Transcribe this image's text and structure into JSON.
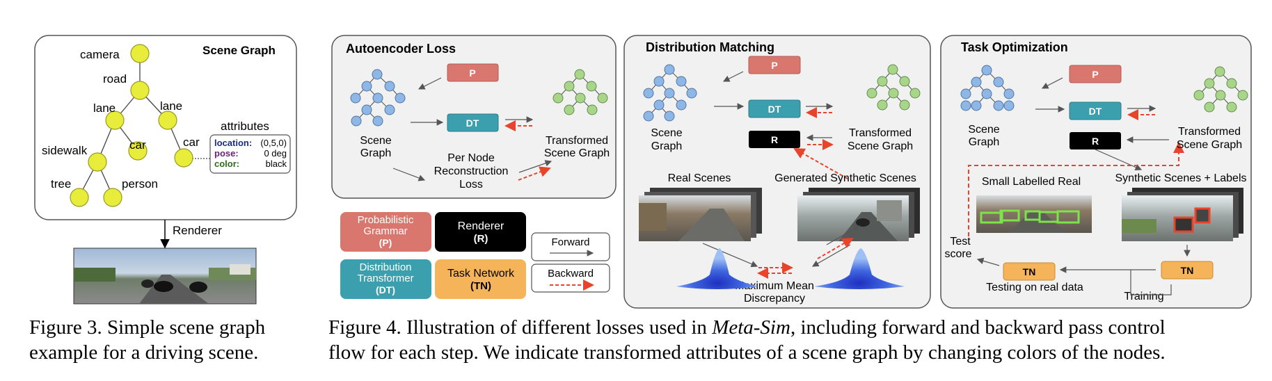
{
  "fig3": {
    "panel_title": "Scene Graph",
    "nodes": {
      "camera": "camera",
      "road": "road",
      "lane_left": "lane",
      "lane_right": "lane",
      "sidewalk": "sidewalk",
      "car_mid": "car",
      "car_right": "car",
      "tree": "tree",
      "person": "person"
    },
    "attributes_title": "attributes",
    "attr_keys": [
      "location:",
      "pose:",
      "color:"
    ],
    "attr_values": [
      "(0,5,0)",
      "0 deg",
      "black"
    ],
    "renderer_label": "Renderer",
    "caption_lines": [
      "Figure 3. Simple scene graph",
      "example for a driving scene."
    ]
  },
  "fig4": {
    "autoencoder": {
      "title": "Autoencoder Loss",
      "p": "P",
      "dt": "DT",
      "scene_graph": [
        "Scene",
        "Graph"
      ],
      "transformed": [
        "Transformed",
        "Scene Graph"
      ],
      "recon": [
        "Per Node",
        "Reconstruction",
        "Loss"
      ]
    },
    "legend": {
      "pg": [
        "Probabilistic",
        "Grammar",
        "(P)"
      ],
      "r": [
        "Renderer",
        "(R)"
      ],
      "dt": [
        "Distribution",
        "Transformer",
        "(DT)"
      ],
      "tn": [
        "Task Network",
        "(TN)"
      ],
      "forward": "Forward",
      "backward": "Backward"
    },
    "distribution": {
      "title": "Distribution Matching",
      "p": "P",
      "dt": "DT",
      "r": "R",
      "scene_graph": [
        "Scene",
        "Graph"
      ],
      "transformed": [
        "Transformed",
        "Scene Graph"
      ],
      "real_scenes": "Real Scenes",
      "generated": "Generated Synthetic Scenes",
      "mmd": [
        "Maximum Mean",
        "Discrepancy"
      ]
    },
    "task": {
      "title": "Task Optimization",
      "p": "P",
      "dt": "DT",
      "r": "R",
      "scene_graph": [
        "Scene",
        "Graph"
      ],
      "transformed": [
        "Transformed",
        "Scene Graph"
      ],
      "small_real": "Small Labelled Real",
      "synthetic_labels": "Synthetic Scenes + Labels",
      "test_score": [
        "Test",
        "score"
      ],
      "tn": "TN",
      "testing": "Testing on real data",
      "training": "Training"
    },
    "caption_line1_pre": "Figure 4. Illustration of different losses used in ",
    "caption_line1_em": "Meta-Sim",
    "caption_line1_post": ", including forward and backward pass control",
    "caption_line2": "flow for each step. We indicate transformed attributes of a scene graph by changing colors of the nodes."
  },
  "colors": {
    "p": "#d9776f",
    "dt": "#3b9fad",
    "r": "#000000",
    "tn": "#f5b45a",
    "yellow": "#e8ed3c",
    "blue": "#8fb7e6",
    "green": "#a9d58a",
    "red": "#e8432b"
  }
}
